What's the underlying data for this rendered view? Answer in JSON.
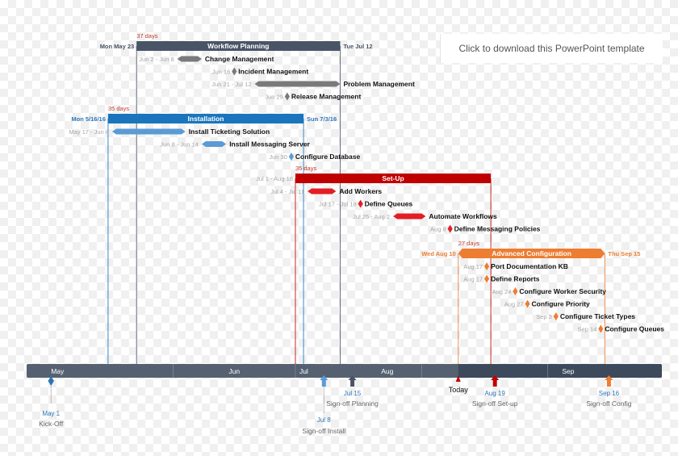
{
  "download": {
    "label": "Click to download this PowerPoint template"
  },
  "chart_data": {
    "type": "gantt",
    "x_range": [
      "2016-04-26",
      "2016-09-29"
    ],
    "colors": {
      "planning": "#4a5467",
      "planning_task": "#7a7a7a",
      "install": "#1a75bc",
      "install_task": "#5b9bd5",
      "setup": "#c00000",
      "setup_task": "#e31e24",
      "config": "#ed7d31",
      "timeline": "#556170",
      "timeline_dark": "#3c4a5c",
      "duration": "#c0392b",
      "date_blue": "#2e75b6",
      "date_gray": "#a6a6a6"
    },
    "groups": [
      {
        "id": "planning",
        "label": "Workflow Planning",
        "start": "2016-05-23",
        "end": "2016-07-12",
        "start_label": "Mon May 23",
        "end_label": "Tue Jul 12",
        "duration": "37 days",
        "color": "planning",
        "task_color": "planning_task",
        "label_color": "planning",
        "tasks": [
          {
            "label": "Change Management",
            "date_label": "Jun 2 - Jun 8",
            "start": "2016-06-02",
            "end": "2016-06-08",
            "kind": "bar"
          },
          {
            "label": "Incident Management",
            "date_label": "Jun 16",
            "start": "2016-06-16",
            "kind": "milestone"
          },
          {
            "label": "Problem Management",
            "date_label": "Jun 21 - Jul 12",
            "start": "2016-06-21",
            "end": "2016-07-12",
            "kind": "bar"
          },
          {
            "label": "Release Management",
            "date_label": "Jun 29",
            "start": "2016-06-29",
            "kind": "milestone"
          }
        ]
      },
      {
        "id": "install",
        "label": "Installation",
        "start": "2016-05-16",
        "end": "2016-07-03",
        "start_label": "Mon 5/16/16",
        "end_label": "Sun 7/3/16",
        "duration": "35 days",
        "color": "install",
        "task_color": "install_task",
        "label_color": "date_blue",
        "tasks": [
          {
            "label": "Install Ticketing Solution",
            "date_label": "May 17 - Jun 4",
            "start": "2016-05-17",
            "end": "2016-06-04",
            "kind": "bar"
          },
          {
            "label": "Install Messaging Server",
            "date_label": "Jun 8 - Jun 14",
            "start": "2016-06-08",
            "end": "2016-06-14",
            "kind": "bar"
          },
          {
            "label": "Configure Database",
            "date_label": "Jun 30",
            "start": "2016-06-30",
            "kind": "milestone"
          }
        ]
      },
      {
        "id": "setup",
        "label": "Set-Up",
        "start": "2016-07-01",
        "end": "2016-08-18",
        "start_label": "Jul 1 - Aug 18",
        "end_label": "",
        "duration": "35 days",
        "color": "setup",
        "task_color": "setup_task",
        "label_color": "date_gray",
        "tasks": [
          {
            "label": "Add Workers",
            "date_label": "Jul 4 - Jul 11",
            "start": "2016-07-04",
            "end": "2016-07-11",
            "kind": "bar"
          },
          {
            "label": "Define Queues",
            "date_label": "Jul 17 - Jul 18",
            "start": "2016-07-17",
            "kind": "milestone"
          },
          {
            "label": "Automate Workflows",
            "date_label": "Jul 25 - Aug 2",
            "start": "2016-07-25",
            "end": "2016-08-02",
            "kind": "bar"
          },
          {
            "label": "Define Messaging Policies",
            "date_label": "Aug 8",
            "start": "2016-08-08",
            "kind": "milestone"
          }
        ]
      },
      {
        "id": "config",
        "label": "Advanced Configuration",
        "start": "2016-08-10",
        "end": "2016-09-15",
        "start_label": "Wed Aug 10",
        "end_label": "Thu Sep 15",
        "duration": "27 days",
        "color": "config",
        "task_color": "config",
        "label_color": "config",
        "tasks": [
          {
            "label": "Port Documentation KB",
            "date_label": "Aug 17",
            "start": "2016-08-17",
            "kind": "milestone"
          },
          {
            "label": "Define Reports",
            "date_label": "Aug 17",
            "start": "2016-08-17",
            "kind": "milestone"
          },
          {
            "label": "Configure Worker Security",
            "date_label": "Aug 24",
            "start": "2016-08-24",
            "kind": "milestone"
          },
          {
            "label": "Configure Priority",
            "date_label": "Aug 27",
            "start": "2016-08-27",
            "kind": "milestone"
          },
          {
            "label": "Configure Ticket Types",
            "date_label": "Sep 3",
            "start": "2016-09-03",
            "kind": "milestone"
          },
          {
            "label": "Configure Queues",
            "date_label": "Sep 14",
            "start": "2016-09-14",
            "kind": "milestone"
          }
        ]
      }
    ],
    "timeline": {
      "months": [
        {
          "label": "May",
          "date": "2016-05-01"
        },
        {
          "label": "Jun",
          "date": "2016-06-01"
        },
        {
          "label": "Jul",
          "date": "2016-07-01"
        },
        {
          "label": "Aug",
          "date": "2016-08-01"
        },
        {
          "label": "Sep",
          "date": "2016-09-01"
        }
      ],
      "today_label": "Today",
      "today": "2016-08-10",
      "milestones": [
        {
          "date_label": "May 1",
          "label": "Kick-Off",
          "date": "2016-05-01",
          "color": "date_blue",
          "shape": "diamond",
          "tier": "low"
        },
        {
          "date_label": "Jul 8",
          "label": "Sign-off Install",
          "date": "2016-07-08",
          "color": "install_task",
          "shape": "arrow",
          "tier": "low"
        },
        {
          "date_label": "Jul 15",
          "label": "Sign-off Planning",
          "date": "2016-07-15",
          "color": "planning",
          "shape": "arrow",
          "tier": "high"
        },
        {
          "date_label": "Aug 19",
          "label": "Sign-off Set-up",
          "date": "2016-08-19",
          "color": "setup",
          "shape": "arrow",
          "tier": "high"
        },
        {
          "date_label": "Sep 16",
          "label": "Sign-off Config",
          "date": "2016-09-16",
          "color": "config",
          "shape": "arrow",
          "tier": "high"
        }
      ]
    }
  }
}
